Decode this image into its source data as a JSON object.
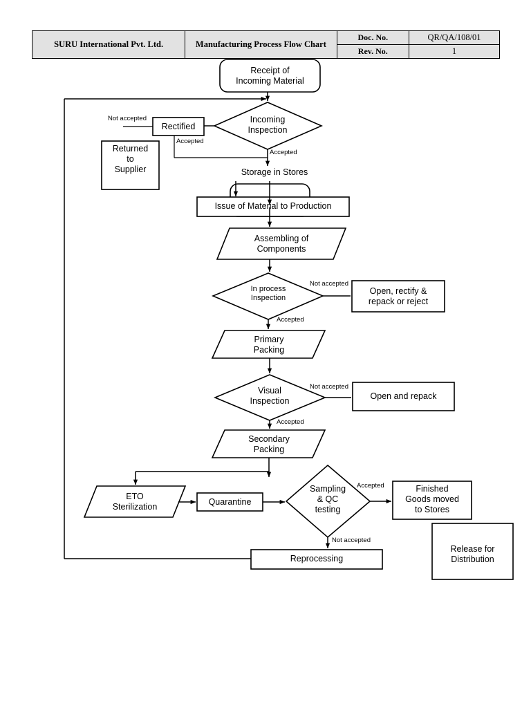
{
  "header": {
    "company": "SURU International Pvt. Ltd.",
    "document_title": "Manufacturing Process Flow Chart",
    "doc_no_label": "Doc. No.",
    "doc_no_value": "QR/QA/108/01",
    "rev_no_label": "Rev. No.",
    "rev_no_value": "1"
  },
  "nodes": {
    "receipt": "Receipt of\nIncoming Material",
    "incoming_inspection": "Incoming\nInspection",
    "rectified": "Rectified",
    "returned_to_supplier": "Returned\nto\nSupplier",
    "storage_in_stores": "Storage in Stores",
    "issue_of_material": "Issue of Material to Production",
    "assembling": "Assembling of\nComponents",
    "in_process_inspection": "In process\nInspection",
    "open_rectify": "Open, rectify &\nrepack or reject",
    "primary_packing": "Primary\nPacking",
    "visual_inspection": "Visual\nInspection",
    "open_and_repack": "Open and repack",
    "secondary_packing": "Secondary\nPacking",
    "eto_sterilization": "ETO\nSterilization",
    "quarantine": "Quarantine",
    "sampling_qc": "Sampling\n& QC\ntesting",
    "finished_goods": "Finished\nGoods moved\nto Stores",
    "reprocessing": "Reprocessing",
    "release_for_distribution": "Release for\nDistribution"
  },
  "edges": {
    "not_accepted_1": "Not accepted",
    "accepted_rectified": "Accepted",
    "accepted_incoming": "Accepted",
    "not_accepted_inprocess": "Not accepted",
    "accepted_inprocess": "Accepted",
    "not_accepted_visual": "Not accepted",
    "accepted_visual": "Accepted",
    "accepted_sampling": "Accepted",
    "not_accepted_sampling": "Not accepted"
  },
  "colors": {
    "header_fill": "#e2e2e2",
    "stroke": "#000000",
    "shape_fill": "#ffffff"
  }
}
